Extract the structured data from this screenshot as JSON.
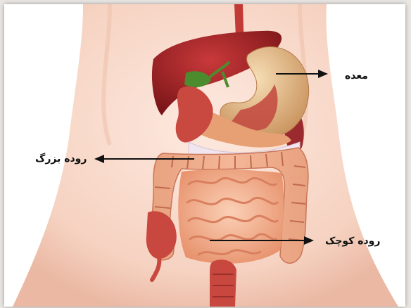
{
  "labels": {
    "stomach": "معده",
    "large_intestine": "روده بزرگ",
    "small_intestine": "روده کوچک"
  },
  "colors": {
    "skin": "#f8dccf",
    "liver": "#a4262a",
    "stomach": "#e9c79a",
    "small_intestine": "#f2a988",
    "large_intestine": "#d9805f",
    "arrow": "#111111"
  }
}
